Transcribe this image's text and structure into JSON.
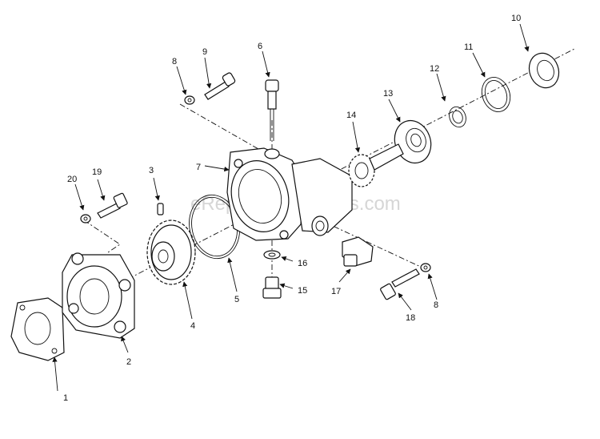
{
  "watermark": "eReplacementParts.com",
  "callouts": {
    "c1": "1",
    "c2": "2",
    "c3": "3",
    "c4": "4",
    "c5": "5",
    "c6": "6",
    "c7": "7",
    "c8a": "8",
    "c8b": "8",
    "c9": "9",
    "c10": "10",
    "c11": "11",
    "c12": "12",
    "c13": "13",
    "c14": "14",
    "c15": "15",
    "c16": "16",
    "c17": "17",
    "c18": "18",
    "c19": "19",
    "c20": "20"
  }
}
